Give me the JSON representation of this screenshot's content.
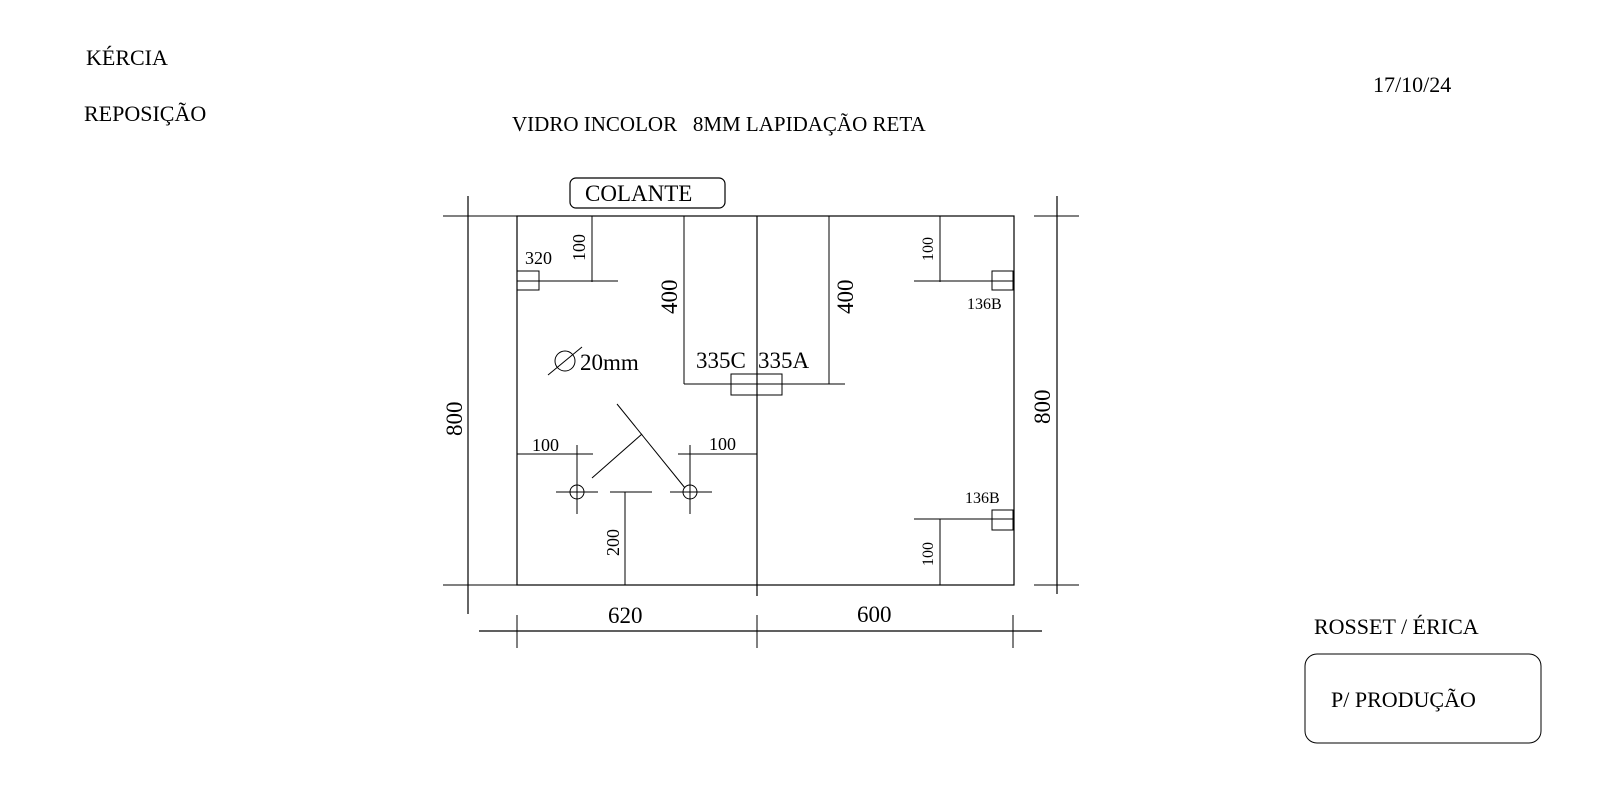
{
  "header": {
    "client": "KÉRCIA",
    "order_type": "REPOSIÇÃO",
    "date": "17/10/24",
    "material": "VIDRO INCOLOR   8MM LAPIDAÇÃO RETA"
  },
  "drawing": {
    "colante_label": "COLANTE",
    "height_left": "800",
    "height_right": "800",
    "width_left": "620",
    "width_right": "600",
    "top_left_cut": "320",
    "top_left_offset": "100",
    "notch_left_height": "400",
    "notch_right_height": "400",
    "hinge_codes": [
      "335C",
      "335A"
    ],
    "hole_diameter": "20mm",
    "hole_left_offset": "100",
    "hole_right_offset": "100",
    "hole_height": "200",
    "right_top_offset": "100",
    "right_top_code": "136B",
    "right_bottom_code": "136B",
    "right_bottom_offset": "100"
  },
  "footer": {
    "signature": "ROSSET / ÉRICA",
    "stamp": "P/ PRODUÇÃO"
  }
}
